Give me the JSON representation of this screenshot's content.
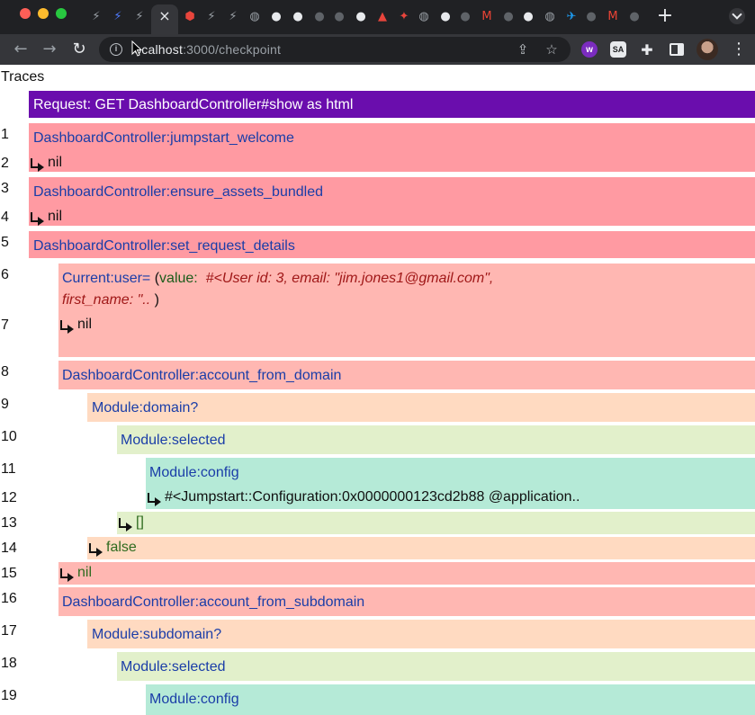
{
  "browser": {
    "url_host": "localhost",
    "url_path": ":3000/checkpoint",
    "new_tab_label": "+",
    "close_tab_label": "×",
    "extensions": {
      "w_label": "w",
      "sa_label": "SA"
    }
  },
  "page": {
    "title": "Traces",
    "request": "Request: GET DashboardController#show as html",
    "colors": {
      "request": "#6a0dad",
      "level0": "#ff9aa2",
      "level1": "#ffb7b2",
      "level2": "#ffdac1",
      "level3": "#e2f0cb",
      "level4": "#b5ead7"
    },
    "lines": [
      {
        "n": "1",
        "text": "DashboardController:jumpstart_welcome"
      },
      {
        "n": "2",
        "text": "nil"
      },
      {
        "n": "3",
        "text": "DashboardController:ensure_assets_bundled"
      },
      {
        "n": "4",
        "text": "nil"
      },
      {
        "n": "5",
        "text": "DashboardController:set_request_details"
      },
      {
        "n": "6",
        "text": "Current:user=",
        "args_open": "(",
        "args_key": "value:",
        "args_val_1": "#<User id: 3, email: \"jim.jones1@gmail.com\",",
        "args_val_2": "first_name: \"..",
        "args_close": ")"
      },
      {
        "n": "7",
        "text": "nil"
      },
      {
        "n": "8",
        "text": "DashboardController:account_from_domain"
      },
      {
        "n": "9",
        "text": "Module:domain?"
      },
      {
        "n": "10",
        "text": "Module:selected"
      },
      {
        "n": "11",
        "text": "Module:config"
      },
      {
        "n": "12",
        "text": "#<Jumpstart::Configuration:0x0000000123cd2b88 @application.."
      },
      {
        "n": "13",
        "text": "[]"
      },
      {
        "n": "14",
        "text": "false"
      },
      {
        "n": "15",
        "text": "nil"
      },
      {
        "n": "16",
        "text": "DashboardController:account_from_subdomain"
      },
      {
        "n": "17",
        "text": "Module:subdomain?"
      },
      {
        "n": "18",
        "text": "Module:selected"
      },
      {
        "n": "19",
        "text": "Module:config"
      }
    ]
  }
}
